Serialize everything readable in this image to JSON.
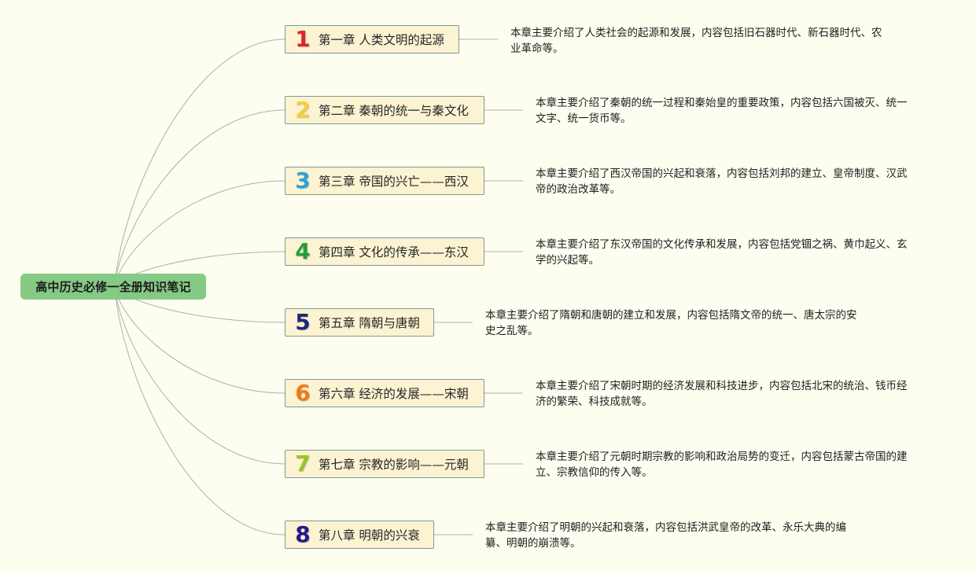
{
  "root": {
    "title": "高中历史必修一全册知识笔记"
  },
  "chapters": [
    {
      "number": "1",
      "number_color": "#e0232a",
      "title": "第一章 人类文明的起源",
      "desc_line1": "本章主要介绍了人类社会的起源和发展，内容包括旧石器时代、新石器时代、农",
      "desc_line2": "业革命等。"
    },
    {
      "number": "2",
      "number_color": "#f2cf3a",
      "title": "第二章 秦朝的统一与秦文化",
      "desc_line1": "本章主要介绍了秦朝的统一过程和秦始皇的重要政策，内容包括六国被灭、统一",
      "desc_line2": "文字、统一货币等。"
    },
    {
      "number": "3",
      "number_color": "#2aa3dc",
      "title": "第三章 帝国的兴亡——西汉",
      "desc_line1": "本章主要介绍了西汉帝国的兴起和衰落，内容包括刘邦的建立、皇帝制度、汉武",
      "desc_line2": "帝的政治改革等。"
    },
    {
      "number": "4",
      "number_color": "#23a037",
      "title": "第四章 文化的传承——东汉",
      "desc_line1": "本章主要介绍了东汉帝国的文化传承和发展，内容包括党锢之祸、黄巾起义、玄",
      "desc_line2": "学的兴起等。"
    },
    {
      "number": "5",
      "number_color": "#1c2a78",
      "title": "第五章 隋朝与唐朝",
      "desc_line1": "本章主要介绍了隋朝和唐朝的建立和发展，内容包括隋文帝的统一、唐太宗的安",
      "desc_line2": "史之乱等。"
    },
    {
      "number": "6",
      "number_color": "#f07a1c",
      "title": "第六章 经济的发展——宋朝",
      "desc_line1": "本章主要介绍了宋朝时期的经济发展和科技进步，内容包括北宋的统治、钱币经",
      "desc_line2": "济的繁荣、科技成就等。"
    },
    {
      "number": "7",
      "number_color": "#9bc520",
      "title": "第七章 宗教的影响——元朝",
      "desc_line1": "本章主要介绍了元朝时期宗教的影响和政治局势的变迁，内容包括蒙古帝国的建",
      "desc_line2": "立、宗教信仰的传入等。"
    },
    {
      "number": "8",
      "number_color": "#221a8a",
      "title": "第八章 明朝的兴衰",
      "desc_line1": "本章主要介绍了明朝的兴起和衰落，内容包括洪武皇帝的改革、永乐大典的编",
      "desc_line2": "纂、明朝的崩溃等。"
    }
  ],
  "colors": {
    "background": "#fdfdf0",
    "root_fill": "#86c984",
    "chapter_fill": "#fbf3d2",
    "chapter_border": "#7e9b92",
    "edge": "#a6b4ad"
  }
}
